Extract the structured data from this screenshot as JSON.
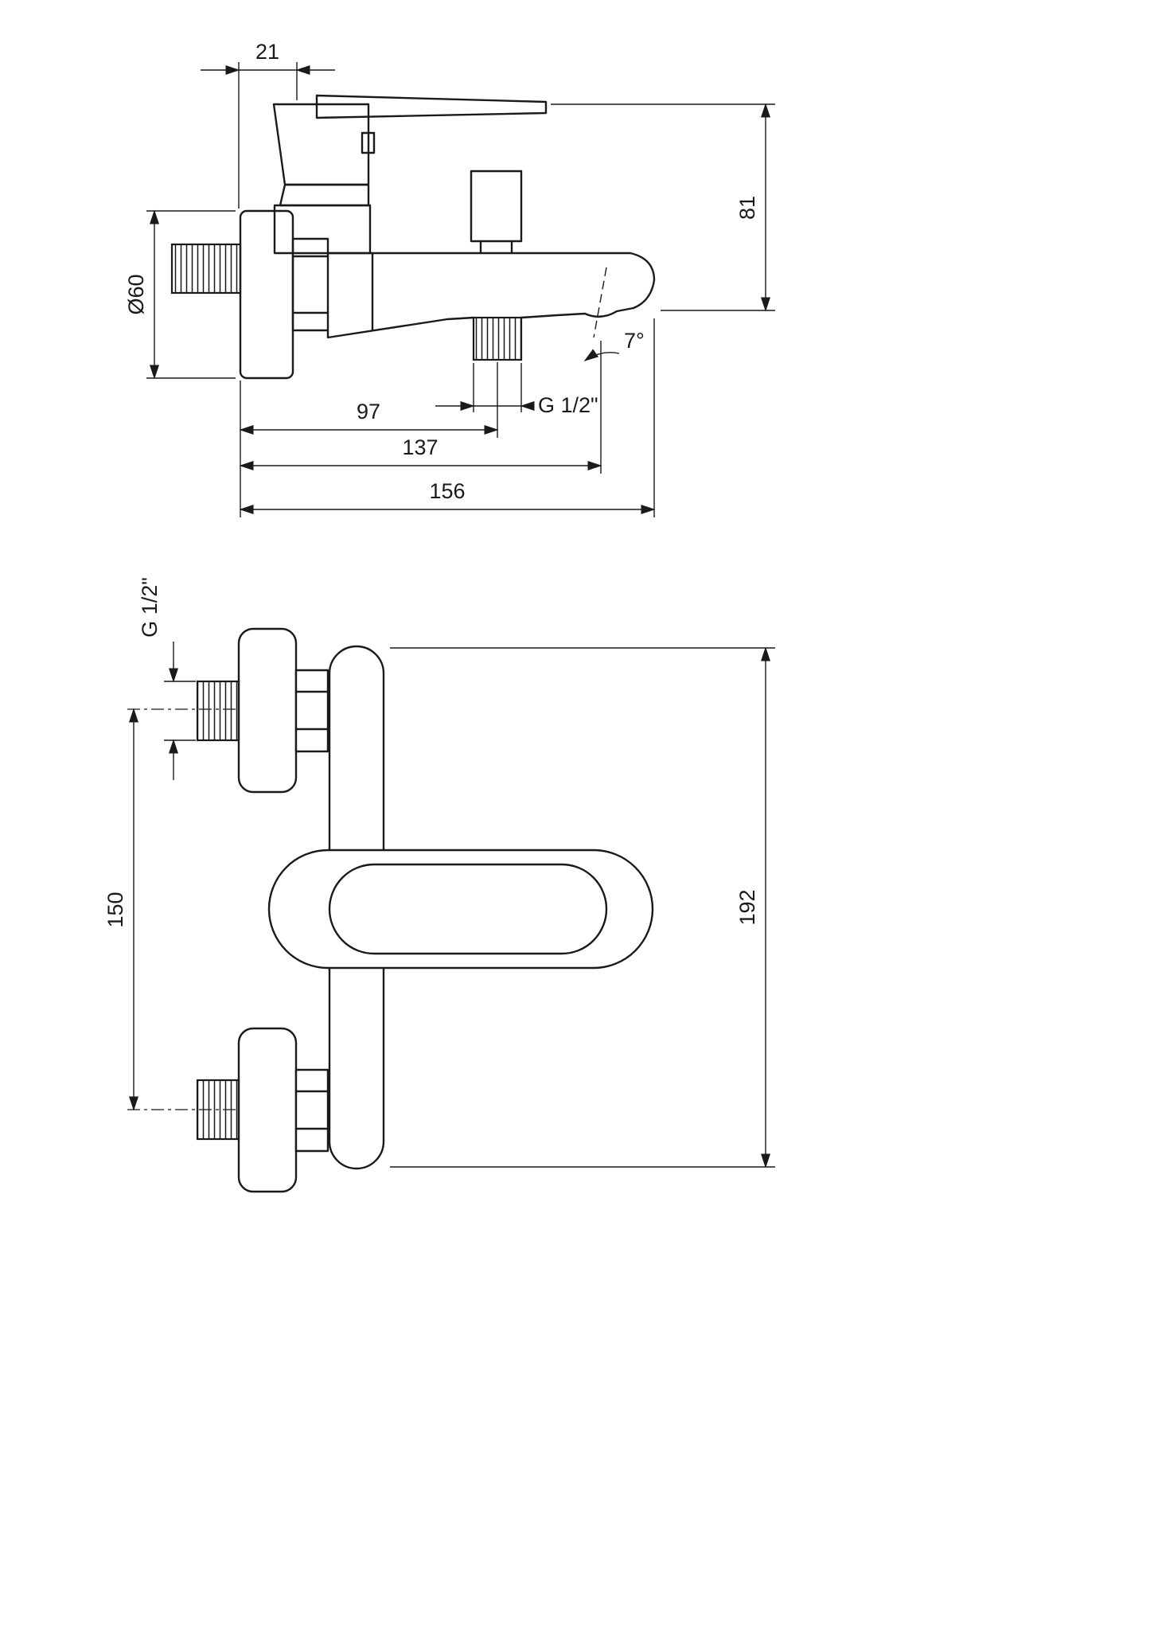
{
  "colors": {
    "line": "#1a1a1a",
    "background": "#ffffff"
  },
  "side_view": {
    "handle_offset": "21",
    "handle_to_spout_height": "81",
    "flange_diameter": "Ø60",
    "wall_to_shower_outlet": "97",
    "wall_to_spout_tip": "137",
    "total_projection": "156",
    "shower_outlet_thread": "G 1/2\"",
    "spout_angle": "7°"
  },
  "front_view": {
    "inlet_thread": "G 1/2\"",
    "inlet_spacing": "150",
    "total_height": "192"
  }
}
